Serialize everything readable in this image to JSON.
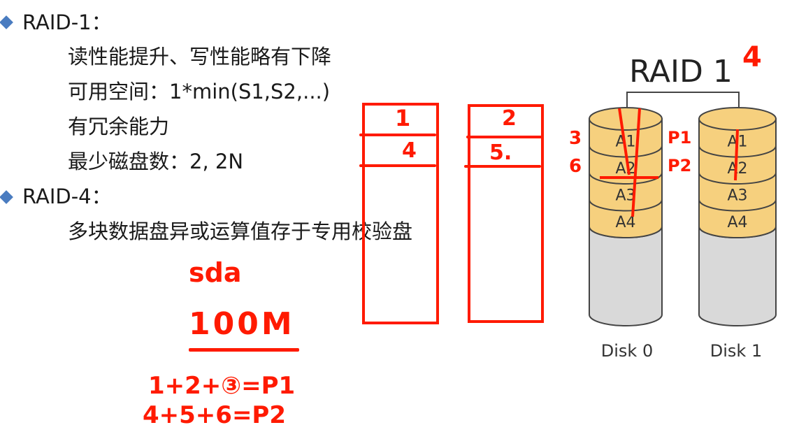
{
  "slide": {
    "sections": [
      {
        "heading": "RAID-1：",
        "items": [
          "读性能提升、写性能略有下降",
          "可用空间：1*min(S1,S2,...)",
          "有冗余能力",
          "最少磁盘数：2, 2N"
        ]
      },
      {
        "heading": "RAID-4：",
        "items": [
          "多块数据盘异或运算值存于专用校验盘"
        ]
      }
    ],
    "bullet_color": "#4a7cc0"
  },
  "diagram": {
    "title": "RAID 1",
    "disks": [
      {
        "label": "Disk 0",
        "blocks": [
          "A1",
          "A2",
          "A3",
          "A4"
        ]
      },
      {
        "label": "Disk 1",
        "blocks": [
          "A1",
          "A2",
          "A3",
          "A4"
        ]
      }
    ],
    "block_color": "#f6d07e",
    "empty_color": "#d9d9d9"
  },
  "annotations": {
    "color": "#ff1a00",
    "title_overwrite": "4",
    "disk0_marks": [
      "3",
      "6"
    ],
    "disk1_marks": [
      "P1",
      "P2"
    ],
    "box1": [
      "1",
      "4"
    ],
    "box2": [
      "2",
      "5."
    ],
    "device": "sda",
    "size": "100M",
    "eq1": "1+2+③=P1",
    "eq2": "4+5+6=P2"
  }
}
